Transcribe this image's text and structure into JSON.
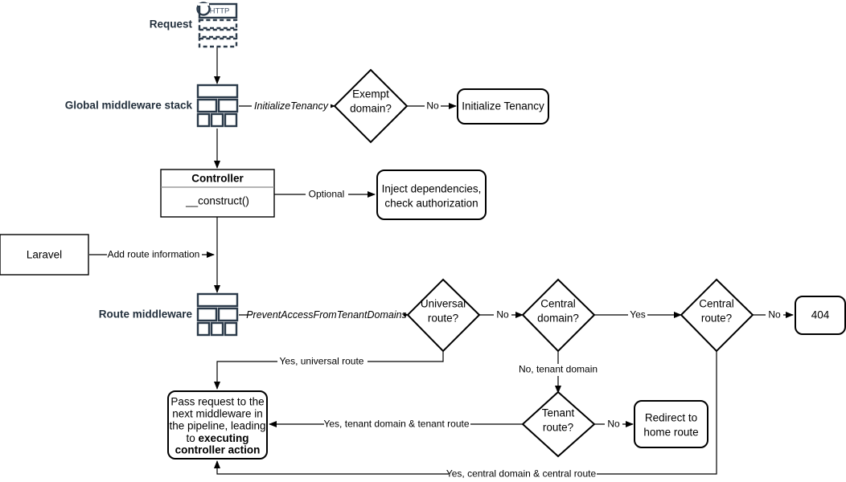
{
  "diagram": {
    "title": "Tenancy request lifecycle flowchart",
    "background": "#ffffff",
    "accent_dark": "#23303d",
    "stroke": "#000000"
  },
  "side_labels": {
    "request": "Request",
    "global_middleware": "Global middleware stack",
    "route_middleware": "Route middleware"
  },
  "icons": {
    "http_request": "http-request-icon",
    "http_text": "HTTP",
    "global_stack": "middleware-stack-icon",
    "route_stack": "middleware-stack-icon"
  },
  "nodes": {
    "exempt_domain": "Exempt\ndomain?",
    "exempt_domain_line1": "Exempt",
    "exempt_domain_line2": "domain?",
    "initialize_tenancy": "Initialize Tenancy",
    "controller_header": "Controller",
    "controller_method": "__construct()",
    "inject_line1": "Inject dependencies,",
    "inject_line2": "check authorization",
    "laravel": "Laravel",
    "universal_route_line1": "Universal",
    "universal_route_line2": "route?",
    "central_domain_line1": "Central",
    "central_domain_line2": "domain?",
    "central_route_line1": "Central",
    "central_route_line2": "route?",
    "not_found": "404",
    "tenant_route_line1": "Tenant",
    "tenant_route_line2": "route?",
    "redirect_line1": "Redirect to",
    "redirect_line2": "home route",
    "pass_request_line1": "Pass request to the",
    "pass_request_line2": "next middleware in",
    "pass_request_line3": "the pipeline, leading",
    "pass_request_line4": "to ",
    "pass_request_bold1": "executing",
    "pass_request_bold2": "controller action"
  },
  "edge_labels": {
    "initialize_tenancy": "InitializeTenancy",
    "exempt_no": "No",
    "optional": "Optional",
    "add_route_information": "Add route information",
    "prevent_access": "PreventAccessFromTenantDomains",
    "universal_no": "No",
    "central_domain_yes": "Yes",
    "central_route_no": "No",
    "no_tenant_domain": "No, tenant domain",
    "tenant_route_no": "No",
    "yes_universal_route": "Yes, universal route",
    "yes_tenant_domain_tenant_route": "Yes, tenant domain & tenant route",
    "yes_central_domain_central_route": "Yes, central domain & central route"
  }
}
